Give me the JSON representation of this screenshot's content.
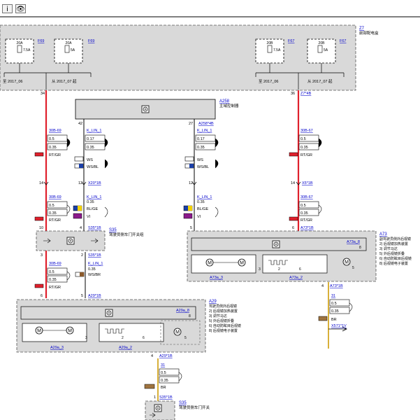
{
  "toolbar": {
    "info_label": "i",
    "view_label": "👁"
  },
  "colors": {
    "red_wire": "#e0202c",
    "yellow_wire": "#d8b03a",
    "link": "#0000cc",
    "box_fill": "#d9d9d9"
  },
  "z7": {
    "code": "Z7",
    "name": "前部配电盒",
    "fuses": [
      {
        "rating": "20A",
        "value": "7.5A",
        "ref": "F69"
      },
      {
        "rating": "20A",
        "value": "5A",
        "ref": "F69"
      },
      {
        "rating": "20B",
        "value": "7.5A",
        "ref": "F67"
      },
      {
        "rating": "20B",
        "value": "5A",
        "ref": "F67"
      }
    ],
    "left_old": "至 2017_06",
    "left_new": "从 2017_07 起",
    "right_old": "至 2017_06",
    "right_new": "从 2017_07 起",
    "pin_left": "34",
    "pin_right": "36",
    "pin_right_conn": "Z7*4B"
  },
  "a258": {
    "code": "A258",
    "name": "主域控制器",
    "pin_left": "42",
    "pin_right": "27",
    "pin_right_conn": "A258*4B"
  },
  "wires": {
    "red_left_top": {
      "link": "30B-69",
      "size1": "0.5",
      "size2": "0.35",
      "color": "RT/GR"
    },
    "red_right_top": {
      "link": "30B-67",
      "size1": "0.5",
      "size2": "0.35",
      "color": "RT/GR"
    },
    "lin_left_top": {
      "link": "K_LIN_1",
      "size1": "0.17",
      "size2": "0.35",
      "color1": "WS",
      "color2": "WS/BL"
    },
    "lin_right_top": {
      "link": "K_LIN_1",
      "size1": "0.17",
      "size2": "0.35",
      "color1": "WS",
      "color2": "WS/BL"
    },
    "red_left_mid": {
      "link": "30B-69",
      "size1": "0.5",
      "size2": "0.35",
      "color": "RT/GR"
    },
    "red_right_mid": {
      "link": "30B-67",
      "size1": "0.5",
      "size2": "0.35",
      "color": "RT/GR"
    },
    "lin_left_mid": {
      "link": "K_LIN_1",
      "size": "0.35",
      "color1": "BL/GE",
      "color2": "VI"
    },
    "lin_right_mid": {
      "link": "K_LIN_1",
      "size": "0.35",
      "color1": "BL/GE",
      "color2": "VI"
    },
    "red_left_low": {
      "link": "30B-69",
      "size1": "0.5",
      "size2": "0.35",
      "color": "RT/GR"
    },
    "lin_left_low": {
      "link": "K_LIN_1",
      "size": "0.35",
      "color": "WS/BR"
    },
    "gnd_left": {
      "link": "31",
      "size1": "0.5",
      "size2": "0.35",
      "color": "BR"
    },
    "gnd_right": {
      "link": "31",
      "size1": "0.5",
      "size2": "0.35",
      "color": "BR",
      "dest": "X571*1V"
    }
  },
  "connectors": {
    "x20": {
      "pin_a": "14",
      "pin_b": "12",
      "conn": "X20*1B"
    },
    "x5": {
      "pin_a": "12",
      "pin_b": "14",
      "conn": "X5*1B"
    },
    "s35_top": {
      "pin_a": "10",
      "pin_b": "4",
      "conn": "S35*1B"
    },
    "a73_top": {
      "pin_a": "5",
      "pin_b": "6",
      "conn": "A73*1B"
    },
    "s35_bottom": {
      "pin_a": "3",
      "pin_b": "2",
      "conn": "S35*1B"
    },
    "a29_top": {
      "pin_a": "6",
      "pin_b": "5",
      "conn": "A29*1B"
    },
    "a29_bottom": {
      "pin": "4",
      "conn": "A29*1B"
    },
    "a73_bottom": {
      "pin": "4",
      "conn": "A73*1B"
    },
    "s35_last": {
      "pin": "1",
      "conn": "S35*1B"
    }
  },
  "s35": {
    "code": "S35",
    "name": "驾驶员侧车门开关组"
  },
  "s35_last": {
    "code": "S35",
    "name": "驾驶员侧车门开关"
  },
  "a73": {
    "code": "A73",
    "name": "副驾驶员侧外后视镜",
    "features": [
      "2) 后视镜加热装置",
      "3) 调节马达",
      "5) 外后视镜折叠",
      "6) 自动防眩目后视镜",
      "8) 后视镜电子装置"
    ],
    "module": "A73a_8",
    "module_pin": "8",
    "sub1": "A73a_3",
    "sub2": "A73a_2",
    "sub1_pin": "3",
    "sub2_pins": [
      "2",
      "6"
    ],
    "motor_pin": "5"
  },
  "a29": {
    "code": "A29",
    "name": "驾驶员侧外后视镜",
    "features": [
      "2) 后视镜加热装置",
      "3) 调节马达",
      "5) 外后视镜折叠",
      "6) 自动防眩目后视镜",
      "8) 后视镜电子装置"
    ],
    "module": "A29a_8",
    "module_pin": "8",
    "sub1": "A29a_3",
    "sub2": "A29a_2",
    "sub1_pin": "3",
    "sub2_pins": [
      "2",
      "6"
    ],
    "motor_pin": "5"
  }
}
